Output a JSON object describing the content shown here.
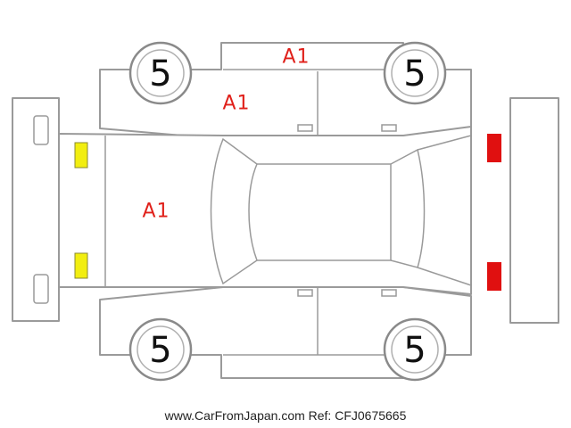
{
  "damage_marks": {
    "roof_top": "A1",
    "left_front_door": "A1",
    "hood": "A1"
  },
  "tire_grades": {
    "front_left": "5",
    "rear_left": "5",
    "front_right": "5",
    "rear_right": "5"
  },
  "colors": {
    "damage_text": "#e0201a",
    "front_lamp": "#f2ee10",
    "rear_lamp": "#e01010",
    "outline": "#9a9a9a"
  },
  "credit": "www.CarFromJapan.com Ref: CFJ0675665"
}
